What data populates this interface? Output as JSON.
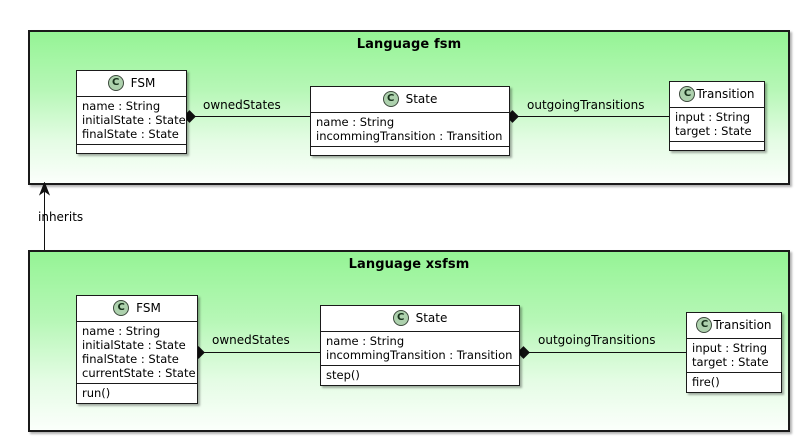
{
  "diagram": {
    "type": "uml-class-diagram",
    "background_color": "#ffffff",
    "package_fill_top": "#95f495",
    "package_fill_bottom": "#fbfffb",
    "class_fill": "#ffffff",
    "border_color": "#1a1a1a",
    "class_icon_fill": "#add1ad",
    "class_icon_letter": "C"
  },
  "packages": [
    {
      "id": "fsm",
      "title": "Language fsm",
      "classes": [
        {
          "id": "fsm-FSM",
          "name": "FSM",
          "attributes": [
            "name : String",
            "initialState : State",
            "finalState : State"
          ],
          "operations": []
        },
        {
          "id": "fsm-State",
          "name": "State",
          "attributes": [
            "name : String",
            "incommingTransition : Transition"
          ],
          "operations": []
        },
        {
          "id": "fsm-Transition",
          "name": "Transition",
          "attributes": [
            "input : String",
            "target : State"
          ],
          "operations": []
        }
      ],
      "associations": [
        {
          "id": "fsm-ownedStates",
          "label": "ownedStates",
          "source": "FSM",
          "target": "State",
          "kind": "composition"
        },
        {
          "id": "fsm-outgoingTransitions",
          "label": "outgoingTransitions",
          "source": "State",
          "target": "Transition",
          "kind": "composition"
        }
      ]
    },
    {
      "id": "xsfsm",
      "title": "Language xsfsm",
      "classes": [
        {
          "id": "xsfsm-FSM",
          "name": "FSM",
          "attributes": [
            "name : String",
            "initialState : State",
            "finalState : State",
            "currentState : State"
          ],
          "operations": [
            "run()"
          ]
        },
        {
          "id": "xsfsm-State",
          "name": "State",
          "attributes": [
            "name : String",
            "incommingTransition : Transition"
          ],
          "operations": [
            "step()"
          ]
        },
        {
          "id": "xsfsm-Transition",
          "name": "Transition",
          "attributes": [
            "input : String",
            "target : State"
          ],
          "operations": [
            "fire()"
          ]
        }
      ],
      "associations": [
        {
          "id": "xsfsm-ownedStates",
          "label": "ownedStates",
          "source": "FSM",
          "target": "State",
          "kind": "composition"
        },
        {
          "id": "xsfsm-outgoingTransitions",
          "label": "outgoingTransitions",
          "source": "State",
          "target": "Transition",
          "kind": "composition"
        }
      ]
    }
  ],
  "relations": [
    {
      "id": "inherits",
      "label": "inherits",
      "from": "Language xsfsm",
      "to": "Language fsm",
      "kind": "inheritance",
      "arrow": "open-arrow-up"
    }
  ]
}
